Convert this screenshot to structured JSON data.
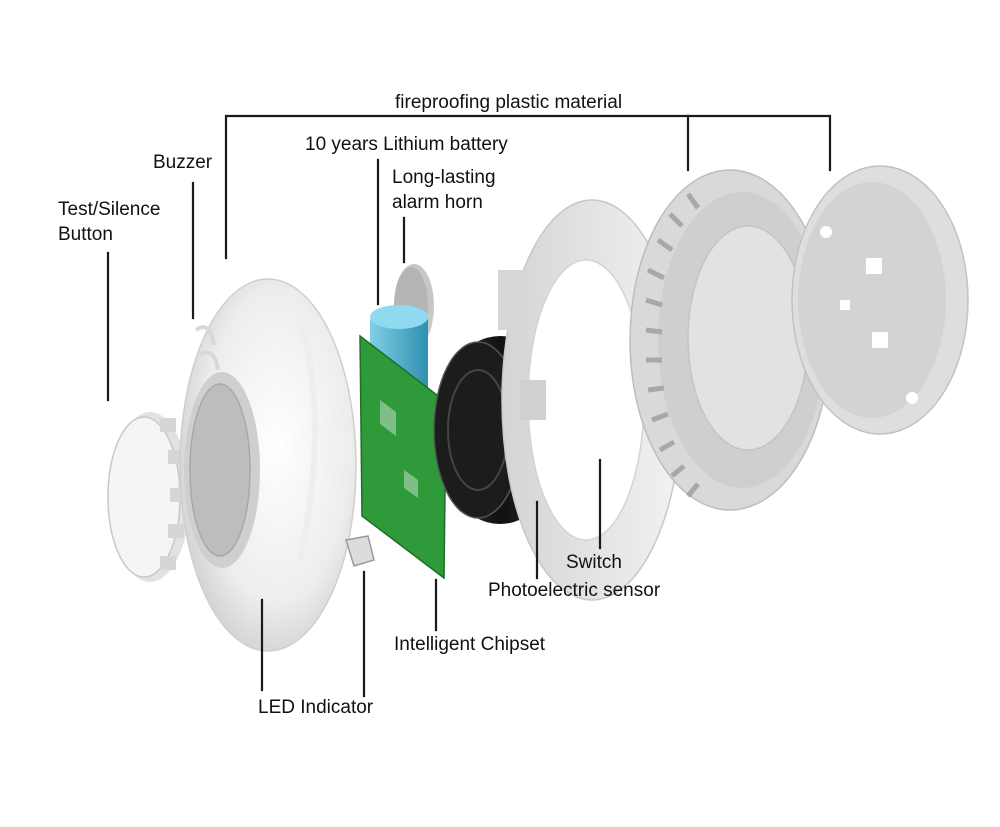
{
  "diagram": {
    "labels": {
      "fireproofing": "fireproofing plastic material",
      "battery": "10 years Lithium battery",
      "buzzer": "Buzzer",
      "horn_line1": "Long-lasting",
      "horn_line2": "alarm horn",
      "test_line1": "Test/Silence",
      "test_line2": "Button",
      "switch": "Switch",
      "photo": "Photoelectric sensor",
      "chipset": "Intelligent Chipset",
      "led": "LED Indicator"
    },
    "colors": {
      "background": "#ffffff",
      "plastic": "#e8e8e8",
      "pcb": "#2f9a3a",
      "battery": "#4fb6d4",
      "sensor": "#1c1c1c",
      "leader": "#1a1a1a"
    }
  }
}
